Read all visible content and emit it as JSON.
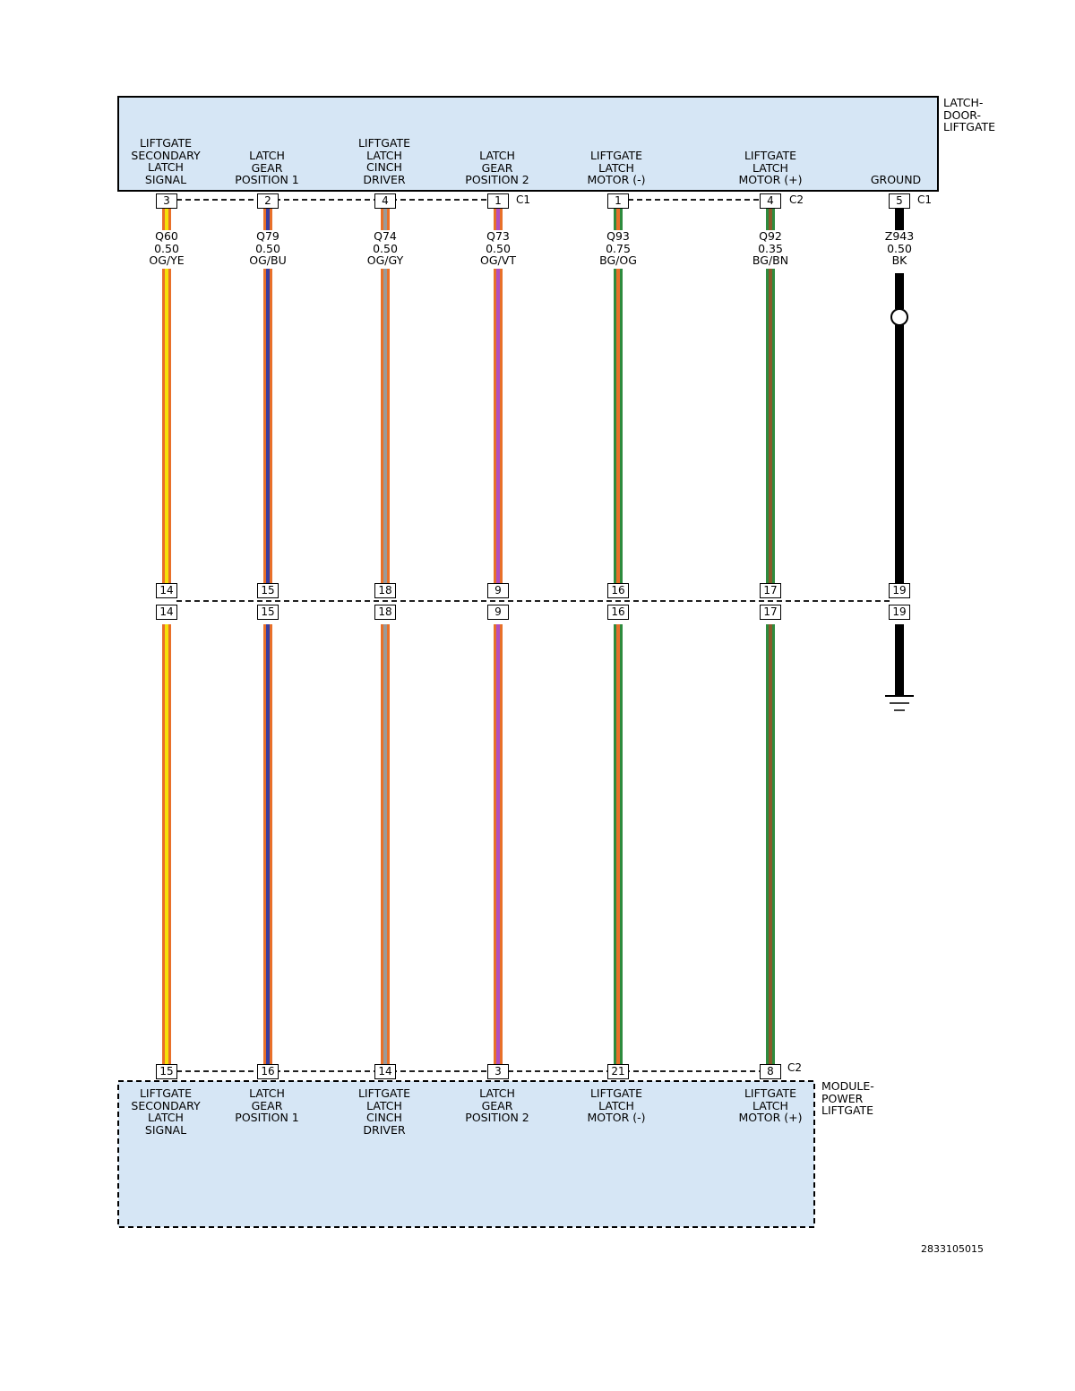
{
  "colors": {
    "component_fill": "#d6e6f5",
    "OG": "#e8702a",
    "YE": "#f5e10a",
    "BU": "#3a3d9e",
    "GY": "#9a9a9a",
    "VT": "#b04fc2",
    "BG": "#2e8b3e",
    "BN": "#8a5a2b",
    "BK": "#000000",
    "RD": "#e02020"
  },
  "top_component": {
    "name": "LATCH-\nDOOR-\nLIFTGATE",
    "pins": [
      {
        "label": "LIFTGATE\nSECONDARY\nLATCH\nSIGNAL",
        "pin": "3",
        "connector": ""
      },
      {
        "label": "LATCH\nGEAR\nPOSITION 1",
        "pin": "2",
        "connector": ""
      },
      {
        "label": "LIFTGATE\nLATCH\nCINCH\nDRIVER",
        "pin": "4",
        "connector": ""
      },
      {
        "label": "LATCH\nGEAR\nPOSITION 2",
        "pin": "1",
        "connector": "C1"
      },
      {
        "label": "LIFTGATE\nLATCH\nMOTOR (-)",
        "pin": "1",
        "connector": ""
      },
      {
        "label": "LIFTGATE\nLATCH\nMOTOR (+)",
        "pin": "4",
        "connector": "C2"
      },
      {
        "label": "GROUND",
        "pin": "5",
        "connector": "C1"
      }
    ]
  },
  "wires": [
    {
      "circuit": "Q60",
      "gauge": "0.50",
      "color": "OG/YE",
      "inline_upper": "14",
      "inline_lower": "14"
    },
    {
      "circuit": "Q79",
      "gauge": "0.50",
      "color": "OG/BU",
      "inline_upper": "15",
      "inline_lower": "15"
    },
    {
      "circuit": "Q74",
      "gauge": "0.50",
      "color": "OG/GY",
      "inline_upper": "18",
      "inline_lower": "18"
    },
    {
      "circuit": "Q73",
      "gauge": "0.50",
      "color": "OG/VT",
      "inline_upper": "9",
      "inline_lower": "9"
    },
    {
      "circuit": "Q93",
      "gauge": "0.75",
      "color": "BG/OG",
      "inline_upper": "16",
      "inline_lower": "16"
    },
    {
      "circuit": "Q92",
      "gauge": "0.35",
      "color": "BG/BN",
      "inline_upper": "17",
      "inline_lower": "17"
    },
    {
      "circuit": "Z943",
      "gauge": "0.50",
      "color": "BK",
      "inline_upper": "19",
      "inline_lower": "19"
    }
  ],
  "bottom_component": {
    "name": "MODULE-\nPOWER\nLIFTGATE",
    "connector": "C2",
    "pins": [
      {
        "label": "LIFTGATE\nSECONDARY\nLATCH\nSIGNAL",
        "pin": "15"
      },
      {
        "label": "LATCH\nGEAR\nPOSITION 1",
        "pin": "16"
      },
      {
        "label": "LIFTGATE\nLATCH\nCINCH\nDRIVER",
        "pin": "14"
      },
      {
        "label": "LATCH\nGEAR\nPOSITION 2",
        "pin": "3"
      },
      {
        "label": "LIFTGATE\nLATCH\nMOTOR (-)",
        "pin": "21"
      },
      {
        "label": "LIFTGATE\nLATCH\nMOTOR (+)",
        "pin": "8"
      }
    ]
  },
  "figure_id": "2833105015"
}
